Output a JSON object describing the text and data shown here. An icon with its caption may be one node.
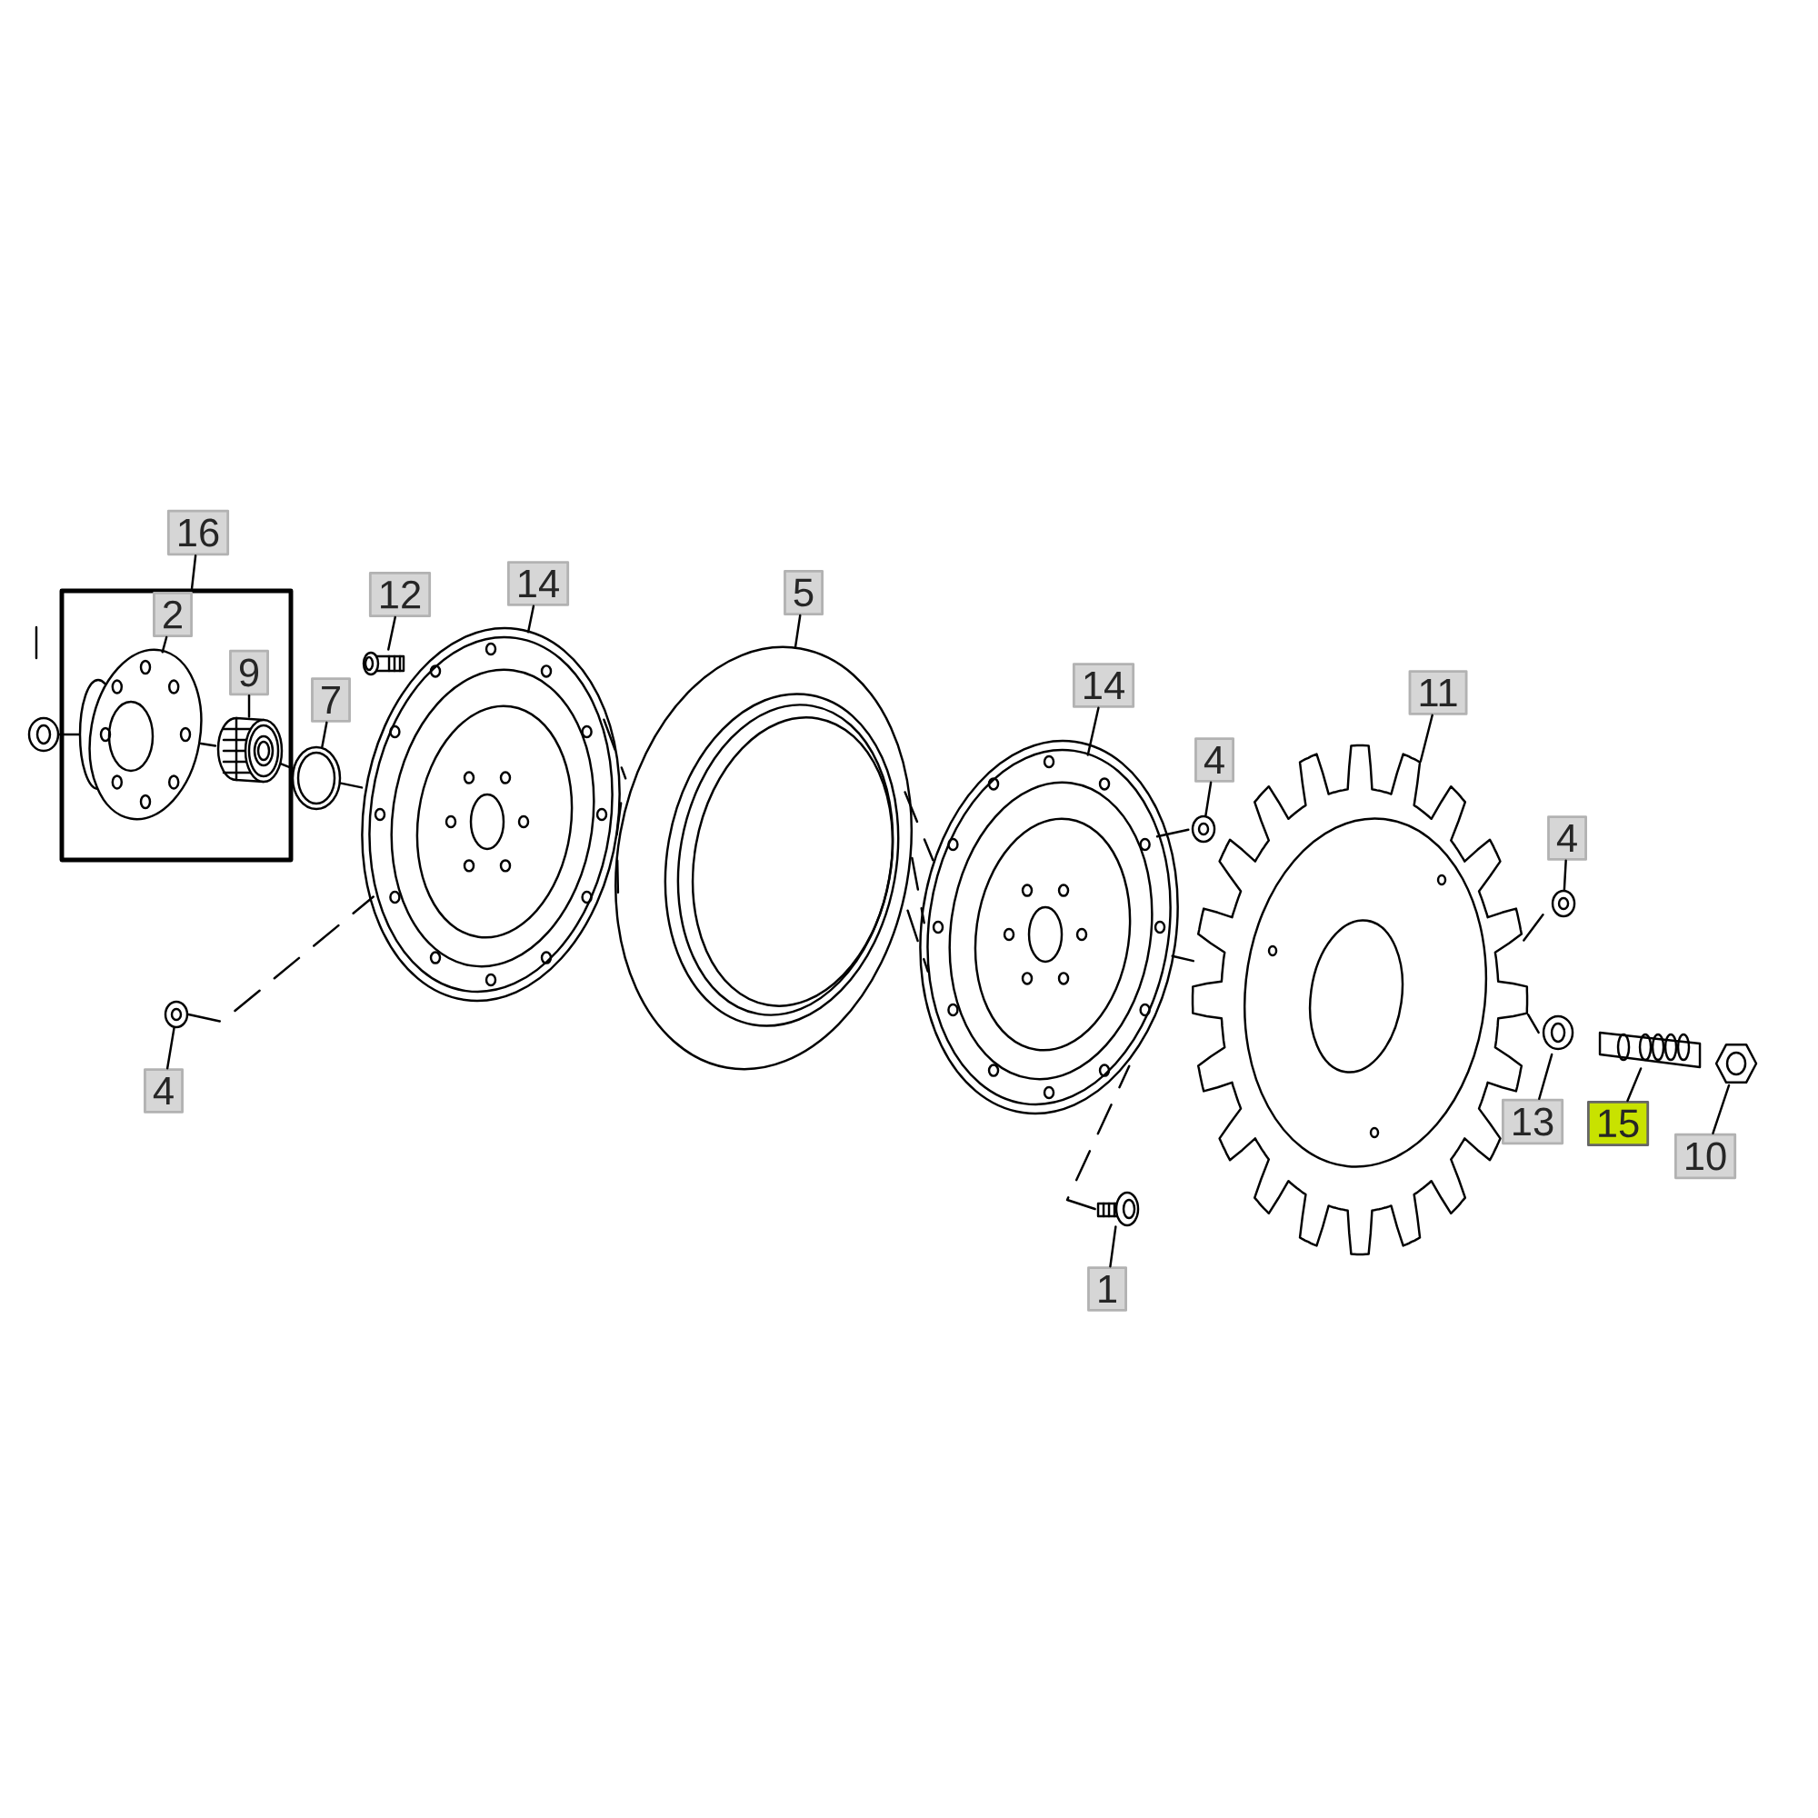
{
  "diagram": {
    "nodes": [
      {
        "text": [
          "16"
        ]
      },
      {
        "text": [],
        "shape": "box"
      },
      {
        "text": [
          "2"
        ],
        "in": 1
      },
      {
        "text": [
          "9"
        ],
        "in": 1
      },
      {
        "text": [
          "12"
        ]
      },
      {
        "text": [
          "14"
        ]
      },
      {
        "text": [
          "7"
        ]
      },
      {
        "text": [
          "5"
        ]
      },
      {
        "text": [
          "14"
        ]
      },
      {
        "text": [
          "11"
        ]
      },
      {
        "text": [
          "4"
        ]
      },
      {
        "text": [
          "4"
        ]
      },
      {
        "text": [
          "4"
        ]
      },
      {
        "text": [
          "13"
        ]
      },
      {
        "text": [
          "15"
        ]
      },
      {
        "text": [
          "10"
        ]
      },
      {
        "text": [
          "1"
        ]
      },
      {
        "text": [],
        "shape": "picture"
      },
      {
        "text": [],
        "shape": "picture",
        "in": 1
      },
      {
        "text": [],
        "shape": "picture"
      },
      {
        "text": [],
        "shape": "picture",
        "in": 1
      },
      {
        "text": [],
        "shape": "picture"
      },
      {
        "text": [],
        "shape": "picture"
      },
      {
        "text": [],
        "shape": "picture"
      },
      {
        "text": [],
        "shape": "picture"
      },
      {
        "text": [],
        "shape": "picture"
      },
      {
        "text": [],
        "shape": "picture"
      },
      {
        "text": [],
        "shape": "picture"
      },
      {
        "text": [],
        "shape": "picture"
      },
      {
        "text": [],
        "shape": "picture"
      },
      {
        "text": [],
        "shape": "picture"
      },
      {
        "text": [],
        "shape": "picture"
      },
      {
        "text": [],
        "shape": "picture"
      }
    ],
    "edges": [
      {
        "from": 0,
        "to": 1,
        "arrow": "none"
      },
      {
        "from": 2,
        "to": 18,
        "arrow": "none"
      },
      {
        "from": 3,
        "to": 20,
        "arrow": "none"
      },
      {
        "from": 4,
        "to": 22,
        "arrow": "none"
      },
      {
        "from": 5,
        "to": 23,
        "arrow": "none"
      },
      {
        "from": 6,
        "to": 21,
        "arrow": "none"
      },
      {
        "from": 7,
        "to": 24,
        "arrow": "none"
      },
      {
        "from": 8,
        "to": 25,
        "arrow": "none"
      },
      {
        "from": 9,
        "to": 28,
        "arrow": "none"
      },
      {
        "from": 10,
        "to": 27,
        "arrow": "none"
      },
      {
        "from": 11,
        "to": 30,
        "arrow": "none"
      },
      {
        "from": 12,
        "to": 19,
        "arrow": "none"
      },
      {
        "from": 13,
        "to": 29,
        "arrow": "none"
      },
      {
        "from": 14,
        "to": 31,
        "arrow": "none"
      },
      {
        "from": 15,
        "to": 32,
        "arrow": "none"
      },
      {
        "from": 16,
        "to": 26,
        "arrow": "none"
      },
      {
        "from": 17,
        "to": 18,
        "arrow": "none",
        "style": "dashed"
      },
      {
        "from": 18,
        "to": 20,
        "arrow": "none",
        "style": "dashed"
      },
      {
        "from": 20,
        "to": 21,
        "arrow": "none",
        "style": "dashed"
      },
      {
        "from": 21,
        "to": 23,
        "arrow": "none",
        "style": "dashed"
      },
      {
        "from": 23,
        "to": 24,
        "arrow": "none",
        "style": "dashed"
      },
      {
        "from": 23,
        "to": 24,
        "arrow": "none",
        "style": "dashed"
      },
      {
        "from": 23,
        "to": 24,
        "arrow": "none",
        "style": "dashed"
      },
      {
        "from": 24,
        "to": 25,
        "arrow": "none",
        "style": "dashed"
      },
      {
        "from": 24,
        "to": 25,
        "arrow": "none",
        "style": "dashed"
      },
      {
        "from": 24,
        "to": 25,
        "arrow": "none",
        "style": "dashed"
      },
      {
        "from": 25,
        "to": 28,
        "arrow": "none",
        "style": "dashed"
      },
      {
        "from": 25,
        "to": 27,
        "arrow": "none",
        "style": "dashed"
      },
      {
        "from": 28,
        "to": 30,
        "arrow": "none",
        "style": "dashed"
      },
      {
        "from": 28,
        "to": 29,
        "arrow": "none",
        "style": "dashed"
      },
      {
        "from": 19,
        "to": 23,
        "arrow": "none",
        "style": "dashed"
      },
      {
        "from": 26,
        "to": 25,
        "arrow": "none",
        "style": "dashed"
      }
    ]
  }
}
